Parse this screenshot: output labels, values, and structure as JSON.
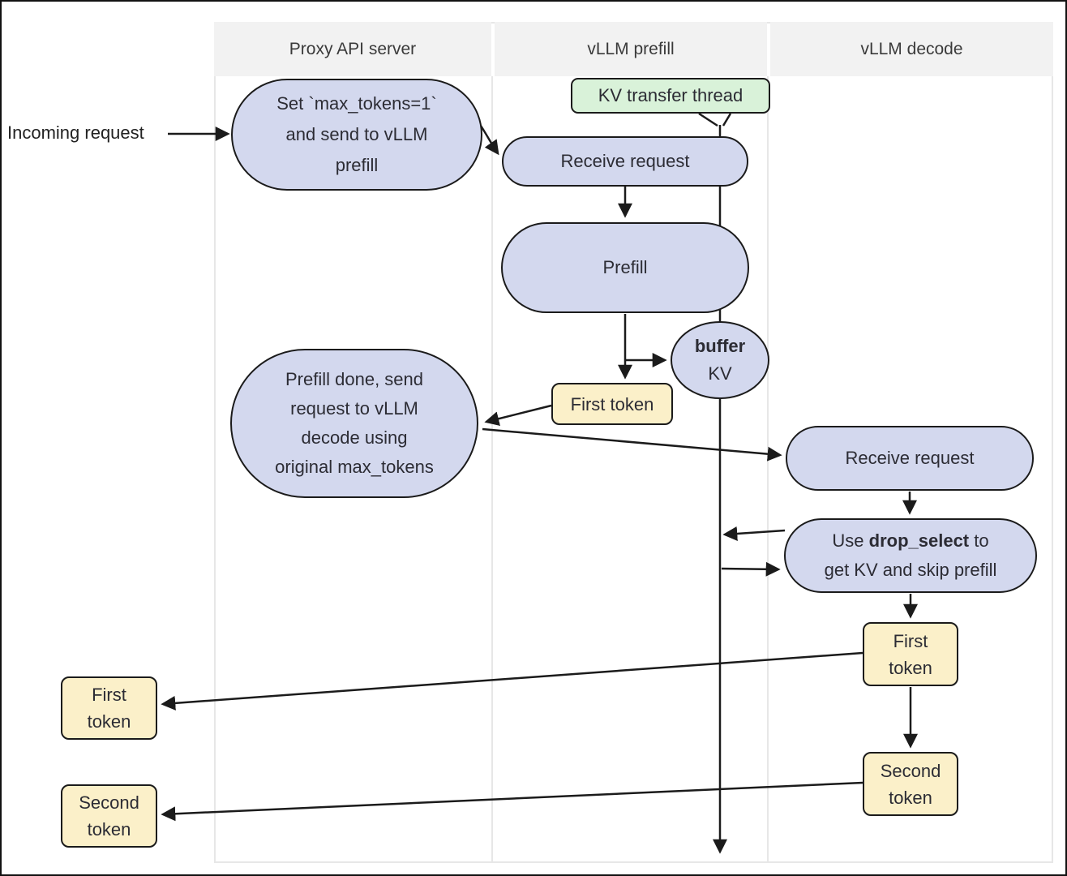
{
  "colors": {
    "node_fill": "#d3d8ee",
    "token_fill": "#fbf0c9",
    "thread_fill": "#d9f2d9",
    "border": "#1b1b1b",
    "header_fill": "#f2f2f2",
    "lane_border": "#e7e7e7",
    "text": "#2c2c34"
  },
  "lanes": [
    {
      "label": "Proxy API server"
    },
    {
      "label": "vLLM prefill"
    },
    {
      "label": "vLLM decode"
    }
  ],
  "labels": {
    "incoming_request": "Incoming request"
  },
  "nodes": {
    "set_max_tokens": {
      "lines": [
        "Set `max_tokens=1`",
        "and send to vLLM",
        "prefill"
      ]
    },
    "kv_transfer_thread": {
      "label": "KV transfer thread"
    },
    "receive_request_prefill": {
      "label": "Receive request"
    },
    "prefill": {
      "label": "Prefill"
    },
    "buffer_kv": {
      "line1": "buffer",
      "line2": "KV"
    },
    "first_token_prefill": {
      "label": "First token"
    },
    "prefill_done": {
      "lines": [
        "Prefill done, send",
        "request to vLLM",
        "decode using",
        "original max_tokens"
      ]
    },
    "receive_request_decode": {
      "label": "Receive request"
    },
    "drop_select": {
      "line1_pre": "Use ",
      "line1_bold": "drop_select",
      "line1_post": " to",
      "line2": "get KV and skip prefill"
    },
    "first_token_decode": {
      "lines": [
        "First",
        "token"
      ]
    },
    "second_token_decode": {
      "lines": [
        "Second",
        "token"
      ]
    },
    "first_token_proxy": {
      "lines": [
        "First",
        "token"
      ]
    },
    "second_token_proxy": {
      "lines": [
        "Second",
        "token"
      ]
    }
  }
}
